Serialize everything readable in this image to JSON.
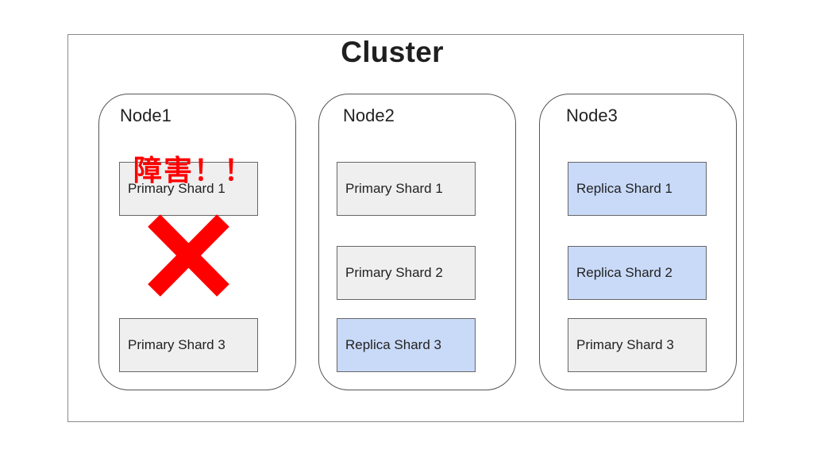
{
  "cluster": {
    "title": "Cluster"
  },
  "colors": {
    "primary_shard": "#efefef",
    "replica_shard": "#c9daf8",
    "failure": "#ff0000"
  },
  "nodes": [
    {
      "label": "Node1",
      "failure_label": "障害！！",
      "failure_icon": "cross-mark-icon",
      "shards": [
        {
          "label": "Primary Shard 1",
          "kind": "primary",
          "failed": true
        },
        {
          "label": "Primary Shard 3",
          "kind": "primary"
        }
      ]
    },
    {
      "label": "Node2",
      "shards": [
        {
          "label": "Primary Shard 1",
          "kind": "primary"
        },
        {
          "label": "Primary Shard 2",
          "kind": "primary"
        },
        {
          "label": "Replica Shard 3",
          "kind": "replica"
        }
      ]
    },
    {
      "label": "Node3",
      "shards": [
        {
          "label": "Replica Shard 1",
          "kind": "replica"
        },
        {
          "label": "Replica Shard 2",
          "kind": "replica"
        },
        {
          "label": "Primary Shard 3",
          "kind": "primary"
        }
      ]
    }
  ]
}
